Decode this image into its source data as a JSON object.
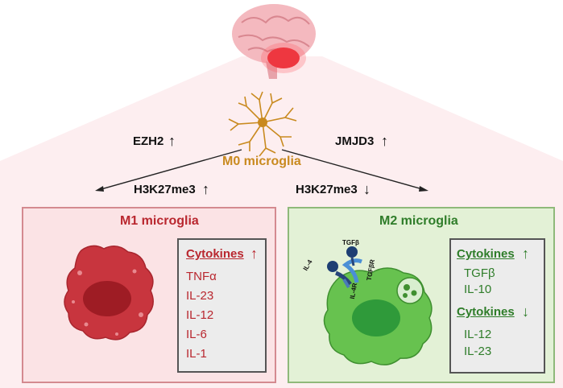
{
  "top": {
    "m0_label": "M0 microglia",
    "ezh2": "EZH2",
    "jmjd3": "JMJD3",
    "h3k_left": "H3K27me3",
    "h3k_right": "H3K27me3",
    "arrow_up": "↑",
    "arrow_down": "↓"
  },
  "m1": {
    "title": "M1 microglia",
    "cytokines_label": "Cytokines",
    "cytokines": [
      "TNFα",
      "IL-23",
      "IL-12",
      "IL-6",
      "IL-1"
    ]
  },
  "m2": {
    "title": "M2 microglia",
    "cytokines_up_label": "Cytokines",
    "cytokines_up": [
      "TGFβ",
      "IL-10"
    ],
    "cytokines_down_label": "Cytokines",
    "cytokines_down": [
      "IL-12",
      "IL-23"
    ],
    "receptor_labels": [
      "IL-4",
      "TGFβ",
      "TGFβR",
      "IL-4R"
    ]
  },
  "colors": {
    "m1_red": "#b9272f",
    "m2_green": "#2f7d2a",
    "m0_orange": "#c98a1f"
  }
}
